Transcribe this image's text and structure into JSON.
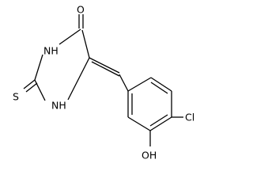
{
  "molecule": {
    "atoms": {
      "carbonyl_oxygen": "O",
      "ring_nh_top": "NH",
      "ring_nh_bottom": "NH",
      "thione_sulfur": "S",
      "chlorine": "Cl",
      "hydroxyl": "OH"
    },
    "colors": {
      "bond": "#000000",
      "label": "#000000",
      "background": "#ffffff"
    }
  }
}
